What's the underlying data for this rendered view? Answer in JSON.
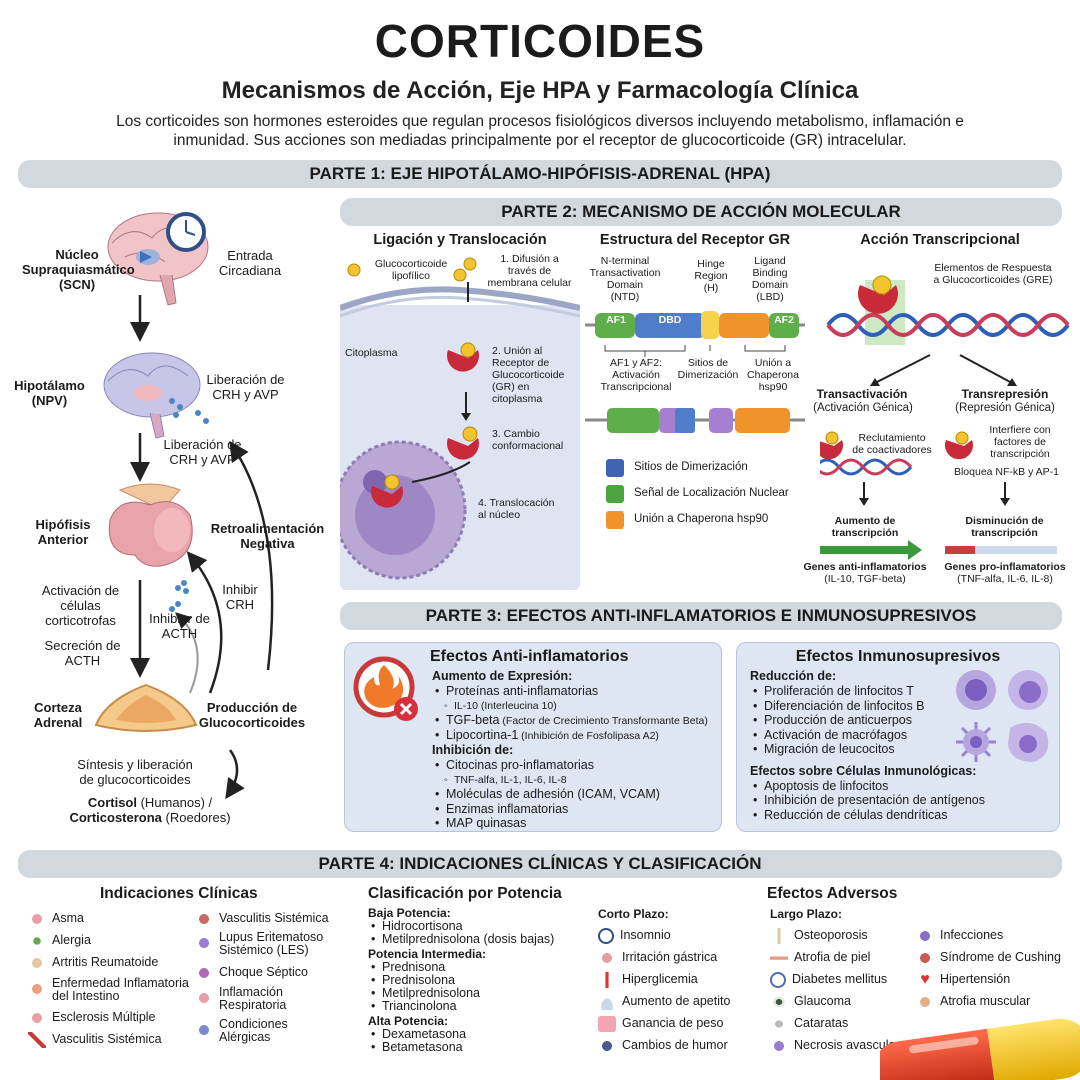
{
  "header": {
    "title": "CORTICOIDES",
    "subtitle": "Mecanismos de Acción, Eje HPA y Farmacología Clínica",
    "intro_line1": "Los corticoides son hormones esteroides que regulan procesos fisiológicos diversos incluyendo metabolismo, inflamación e",
    "intro_line2": "inmunidad. Sus acciones son mediadas principalmente por el receptor de glucocorticoide (GR) intracelular."
  },
  "part1": {
    "banner": "PARTE 1: EJE HIPOTÁLAMO-HIPÓFISIS-ADRENAL (HPA)",
    "scn_1": "Núcleo",
    "scn_2": "Supraquiasmático",
    "scn_3": "(SCN)",
    "circadian_1": "Entrada",
    "circadian_2": "Circadiana",
    "hypo_1": "Hipotálamo",
    "hypo_2": "(NPV)",
    "release_a1": "Liberación de",
    "release_a2": "CRH y AVP",
    "release_b1": "Liberación de",
    "release_b2": "CRH y AVP",
    "pit_1": "Hipófisis",
    "pit_2": "Anterior",
    "feedback_1": "Retroalimentación",
    "feedback_2": "Negativa",
    "inhibit_crh_1": "Inhibir",
    "inhibit_crh_2": "CRH",
    "inhibit_acth_1": "Inhibier de",
    "inhibit_acth_2": "ACTH",
    "activ_1": "Activación de",
    "activ_2": "células",
    "activ_3": "corticotrofas",
    "secr_1": "Secreción de",
    "secr_2": "ACTH",
    "cortex_1": "Corteza",
    "cortex_2": "Adrenal",
    "prod_1": "Producción de",
    "prod_2": "Glucocorticoides",
    "synth_1": "Síntesis y liberación",
    "synth_2": "de glucocorticoides",
    "cortisol": "Cortisol",
    "cortisol_note": " (Humanos) /",
    "corticosterone": "Corticosterona",
    "corticosterone_note": " (Roedores)"
  },
  "part2": {
    "banner": "PARTE 2: MECANISMO DE ACCIÓN MOLECULAR",
    "ligation": {
      "title": "Ligación y Translocación",
      "gc_1": "Glucocorticoide",
      "gc_2": "lipofílico",
      "step1_1": "1. Difusión a",
      "step1_2": "través de",
      "step1_3": "membrana celular",
      "cytoplasm": "Citoplasma",
      "step2_1": "2. Unión al",
      "step2_2": "Receptor de",
      "step2_3": "Glucocorticoide",
      "step2_4": "(GR) en",
      "step2_5": "citoplasma",
      "step3_1": "3. Cambio",
      "step3_2": "conformacional",
      "step4_1": "4. Translocación",
      "step4_2": "al núcleo"
    },
    "receptor": {
      "title": "Estructura del Receptor GR",
      "ntd_1": "N-terminal",
      "ntd_2": "Transactivation",
      "ntd_3": "Domain",
      "ntd_4": "(NTD)",
      "hinge_1": "Hinge",
      "hinge_2": "Region",
      "hinge_3": "(H)",
      "lbd_1": "Ligand",
      "lbd_2": "Binding",
      "lbd_3": "Domain",
      "lbd_4": "(LBD)",
      "af1": "AF1",
      "dbd": "DBD",
      "af2": "AF2",
      "note_af_1": "AF1 y AF2:",
      "note_af_2": "Activación",
      "note_af_3": "Transcripcional",
      "note_dim_1": "Sitios de",
      "note_dim_2": "Dimerización",
      "note_hsp_1": "Unión a",
      "note_hsp_2": "Chaperona",
      "note_hsp_3": "hsp90",
      "legend_1": "Sitios de Dimerización",
      "legend_2": "Señal de Localización Nuclear",
      "legend_3": "Unión a Chaperona hsp90",
      "color_dim": "#3f63b5",
      "color_nls": "#4aa53f",
      "color_hsp": "#f0932b"
    },
    "transcription": {
      "title": "Acción Transcripcional",
      "gre_1": "Elementos de Respuesta",
      "gre_2": "a Glucocorticoides (GRE)",
      "ta_title": "Transactivación",
      "ta_sub": "(Activación Génica)",
      "tr_title": "Transrepresión",
      "tr_sub": "(Represión Génica)",
      "recruit_1": "Reclutamiento",
      "recruit_2": "de coactivadores",
      "interf_1": "Interfiere con",
      "interf_2": "factores de",
      "interf_3": "transcripción",
      "block": "Bloquea NF-kB y AP-1",
      "up_1": "Aumento de",
      "up_2": "transcripción",
      "down_1": "Disminución de",
      "down_2": "transcripción",
      "anti_1": "Genes anti-inflamatorios",
      "anti_2": "(IL-10, TGF-beta)",
      "pro_1": "Genes pro-inflamatorios",
      "pro_2": "(TNF-alfa, IL-6, IL-8)"
    }
  },
  "part3": {
    "banner": "PARTE 3: EFECTOS ANTI-INFLAMATORIOS E INMUNOSUPRESIVOS",
    "anti": {
      "title": "Efectos Anti-inflamatorios",
      "expr_head": "Aumento de Expresión:",
      "e1": "Proteínas anti-inflamatorias",
      "e1a": "IL-10 (Interleucina 10)",
      "e2": "TGF-beta",
      "e2_note": " (Factor de Crecimiento Transformante Beta)",
      "e3": "Lipocortina-1",
      "e3_note": " (Inhibición de Fosfolipasa A2)",
      "inh_head": "Inhibición de:",
      "i1": "Citocinas pro-inflamatorias",
      "i1a": "TNF-alfa, IL-1, IL-6, IL-8",
      "i2": "Moléculas de adhesión (ICAM, VCAM)",
      "i3": "Enzimas inflamatorias",
      "i4": "MAP quinasas"
    },
    "immuno": {
      "title": "Efectos Inmunosupresivos",
      "red_head": "Reducción de:",
      "r1": "Proliferación de linfocitos T",
      "r2": "Diferenciación de linfocitos B",
      "r3": "Producción de anticuerpos",
      "r4": "Activación de macrófagos",
      "r5": "Migración de leucocitos",
      "cell_head": "Efectos sobre Células Inmunológicas:",
      "c1": "Apoptosis de linfocitos",
      "c2": "Inhibición de presentación de antígenos",
      "c3": "Reducción de células dendríticas"
    }
  },
  "part4": {
    "banner": "PARTE 4: INDICACIONES CLÍNICAS Y CLASIFICACIÓN",
    "indications": {
      "title": "Indicaciones Clínicas",
      "col1": [
        "Asma",
        "Alergia",
        "Artritis Reumatoide"
      ],
      "ibd_1": "Enfermedad Inflamatoria",
      "ibd_2": "del Intestino",
      "col1b": [
        "Esclerosis Múltiple",
        "Vasculitis Sistémica"
      ],
      "col2_1": "Vasculitis Sistémica",
      "lupus_1": "Lupus Eritematoso",
      "lupus_2": "Sistémico (LES)",
      "shock": "Choque Séptico",
      "resp_1": "Inflamación",
      "resp_2": "Respiratoria",
      "cond_1": "Condiciones",
      "cond_2": "Alérgicas"
    },
    "potency": {
      "title": "Clasificación por Potencia",
      "low_head": "Baja Potencia:",
      "low": [
        "Hidrocortisona",
        "Metilprednisolona (dosis bajas)"
      ],
      "mid_head": "Potencia Intermedia:",
      "mid": [
        "Prednisona",
        "Prednisolona",
        "Metilprednisolona",
        "Triancinolona"
      ],
      "high_head": "Alta Potencia:",
      "high": [
        "Dexametasona",
        "Betametasona"
      ]
    },
    "adverse": {
      "title": "Efectos Adversos",
      "short_head": "Corto Plazo:",
      "short": [
        "Insomnio",
        "Irritación gástrica",
        "Hiperglicemia",
        "Aumento de apetito",
        "Ganancia de peso",
        "Cambios de humor"
      ],
      "long_head": "Largo Plazo:",
      "long": [
        "Osteoporosis",
        "Atrofia de piel",
        "Diabetes mellitus",
        "Glaucoma",
        "Cataratas",
        "Necrosis avascula"
      ],
      "long2": [
        "Infecciones",
        "Síndrome de Cushing",
        "Hipertensión",
        "Atrofia muscular"
      ]
    }
  }
}
